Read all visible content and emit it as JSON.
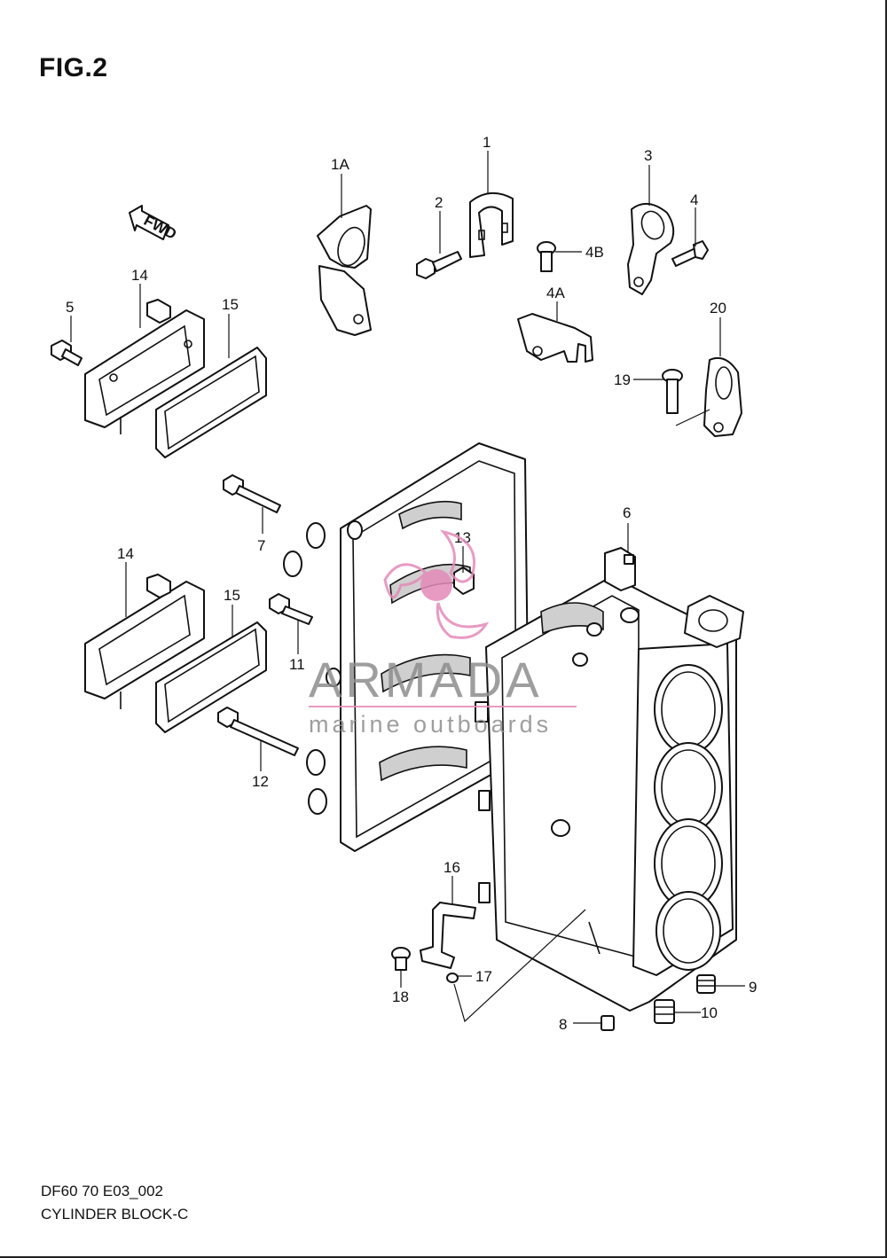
{
  "figure": {
    "title": "FIG.2"
  },
  "fwd_badge": "FWD",
  "footer": {
    "model": "DF60 70 E03_002",
    "section": "CYLINDER BLOCK-C"
  },
  "watermark": {
    "brand": "ARMADA",
    "tagline": "marine outboards",
    "colors": {
      "logo": "#e48ab8",
      "text": "#8e8e8e"
    }
  },
  "labels": {
    "p1": "1",
    "p1a": "1A",
    "p2": "2",
    "p3": "3",
    "p4": "4",
    "p4a": "4A",
    "p4b": "4B",
    "p5": "5",
    "p6": "6",
    "p7": "7",
    "p8": "8",
    "p9": "9",
    "p10": "10",
    "p11": "11",
    "p12": "12",
    "p13": "13",
    "p14_top": "14",
    "p14_bottom": "14",
    "p15_top": "15",
    "p15_bottom": "15",
    "p16": "16",
    "p17": "17",
    "p18": "18",
    "p19": "19",
    "p20": "20"
  }
}
